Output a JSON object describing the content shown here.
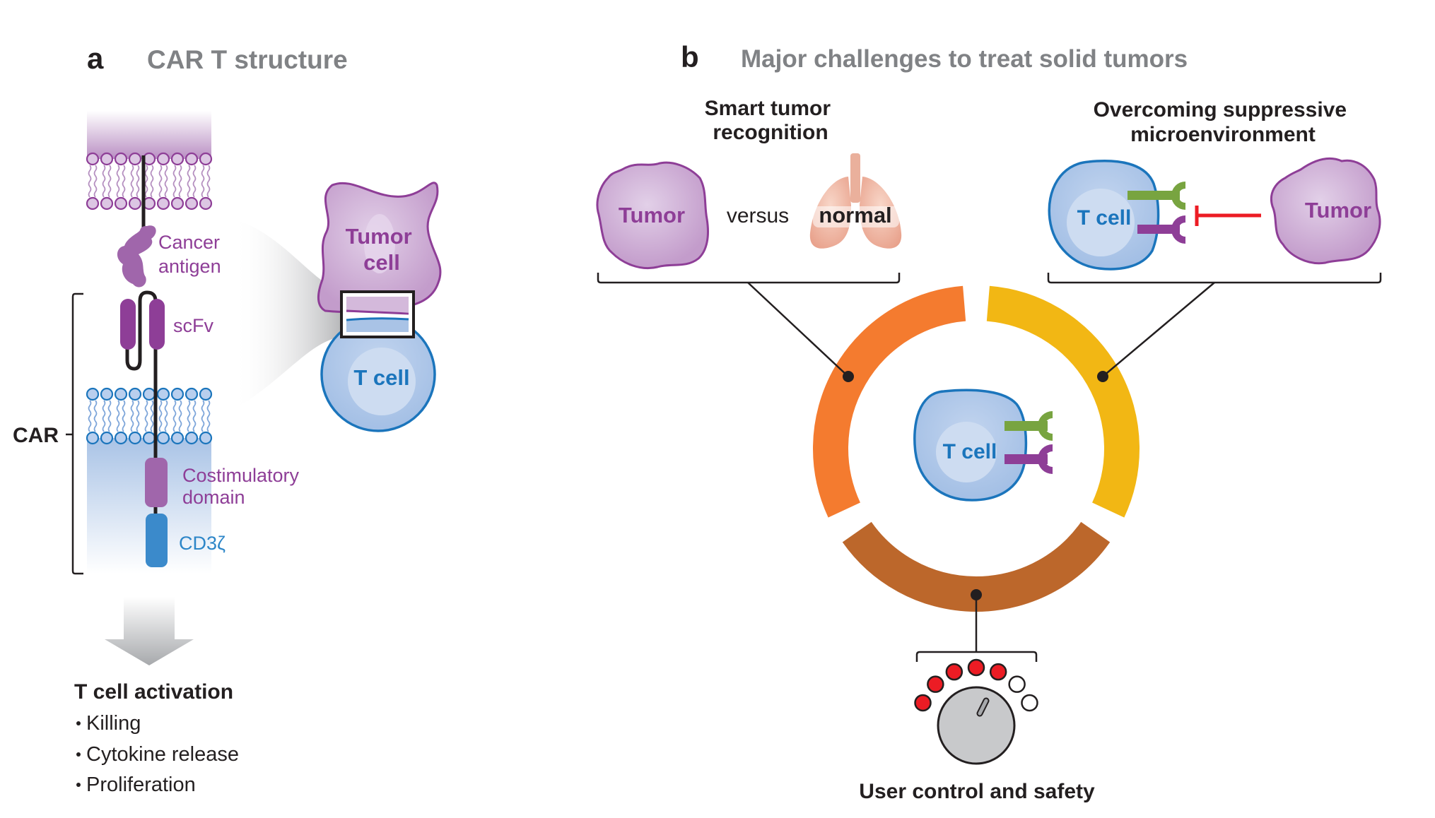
{
  "panel_a": {
    "letter": "a",
    "title": "CAR T structure",
    "labels": {
      "cancer_antigen_1": "Cancer",
      "cancer_antigen_2": "antigen",
      "scfv": "scFv",
      "car": "CAR",
      "costim_1": "Costimulatory",
      "costim_2": "domain",
      "cd3z": "CD3ζ",
      "tumor_cell_1": "Tumor",
      "tumor_cell_2": "cell",
      "t_cell": "T cell"
    },
    "activation": {
      "heading": "T cell activation",
      "items": [
        "Killing",
        "Cytokine release",
        "Proliferation"
      ]
    }
  },
  "panel_b": {
    "letter": "b",
    "title": "Major challenges to treat solid tumors",
    "recognition": {
      "title_1": "Smart tumor",
      "title_2": "recognition",
      "tumor": "Tumor",
      "versus": "versus",
      "normal": "normal"
    },
    "suppression": {
      "title_1": "Overcoming suppressive",
      "title_2": "microenvironment",
      "t_cell": "T cell",
      "tumor": "Tumor"
    },
    "center": {
      "t_cell": "T cell"
    },
    "control": {
      "label": "User control and safety",
      "dial_total_steps": 7,
      "dial_active_steps": 5
    }
  },
  "colors": {
    "title_gray": "#808285",
    "purple": "#8e3e97",
    "purple_light": "#c9a8d1",
    "blue": "#1b75bc",
    "blue_fill": "#a9c3e6",
    "orange": "#f47b2f",
    "yellow": "#f2b714",
    "brown": "#bc672b",
    "green": "#78a440",
    "red": "#ec1c24",
    "lung": "#eaa58f"
  }
}
